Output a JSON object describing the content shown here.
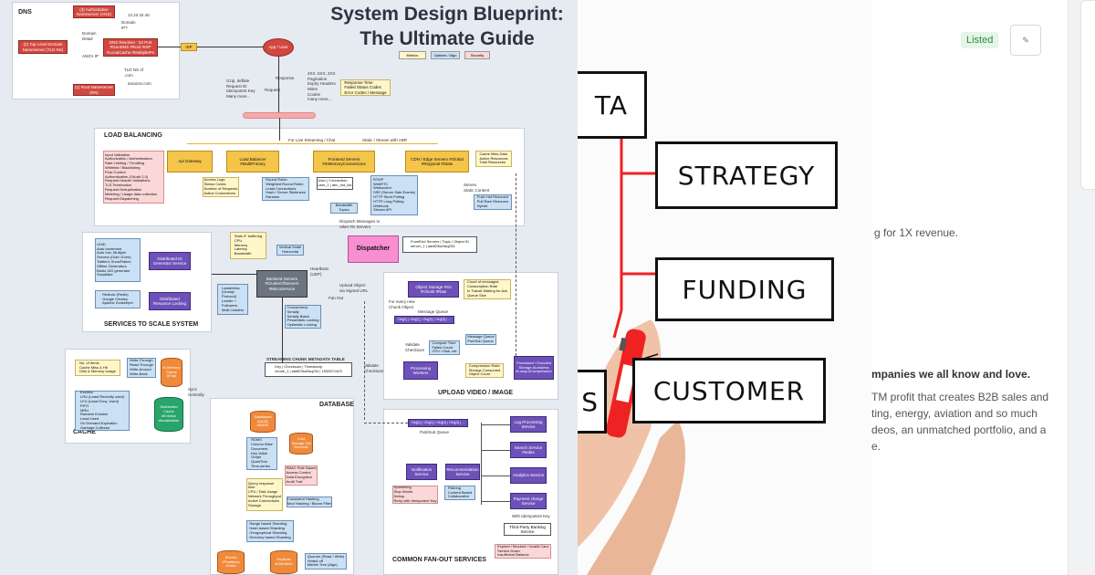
{
  "infographic": {
    "title_line1": "System Design Blueprint:",
    "title_line2": "The Ultimate Guide",
    "legend": {
      "metrics": "Metrics",
      "options": "Options / Algo",
      "security": "Security"
    },
    "sections": {
      "dns": "DNS",
      "load_balancing": "LOAD BALANCING",
      "services": "SERVICES TO SCALE SYSTEM",
      "cache": "CACHE",
      "database": "DATABASE",
      "upload": "UPLOAD VIDEO / IMAGE",
      "fanout": "COMMON FAN-OUT SERVICES"
    },
    "dns_nodes": {
      "auth_ns": "(3) Authoritative\nNameserver (ANS)",
      "tld_ns": "(2) Top Level Domain\nNameserver (TLD NS)",
      "resolver": "DNS Resolver : 53 Port\n#GeoDNS #Root #ISP\n#LocalCache #MultipleIPs",
      "root_ns": "(1) Root Nameserver\n(RN)",
      "isp": "ISP",
      "ip": "12.23.34.45",
      "domain_ip": "Domain\nIP?",
      "domain_detail": "Domain\nDetail",
      "ans_ip": "ANS's IP",
      "tld_ns_q": "TLD NS of\n.com",
      "amazon": "amazon.com"
    },
    "client": {
      "app": "App / User",
      "request": "Request",
      "response": "Response",
      "req_notes": "Gzip, deflate\nRequest ID\nIdempotent Key\nMany more...",
      "resp_notes": "4XX, 5XX, 2XX\nPagination\nExpiry Headers\nMime\nCookie\nmany more...",
      "resp_metrics": "Response Time\nFailed Status Codes\nError Codes / Message"
    },
    "lb": {
      "live": "For Live Streaming / Chat",
      "static": "Static / Stream with ABR",
      "api_gateway": "Api Gateway",
      "load_balancer": "Load Balancer\n#MultiPrimary",
      "frontend": "Frontend Servers\n#InMemoryConnections",
      "cdn": "CDN / Edge Servers\n#Global #Regional #Stats",
      "gateway_list": "Input Validation\nAuthorization / Authentication\nRate Limiting / Throttling\nWhitelist / Blacklisting\nFlow Control\nAuthentication (OAuth 2.0)\nRequest Header Validations\nTLS Termination\nRequest Deduplication\nMetering / Usage data collection\nRequest Dispatching",
      "access_logs": "Access Logs\nStatus Codes\nNumber of Requests\nActive Connections",
      "algos": "Round Robin\nWeighted Round Robin\nLeast Connections\nHash / Server Stickiness\nRandom",
      "protocols": "RTMP\nWebRTC\nWebsocket\nSSE (Server Side Events)\nHTTP Short Polling\nHTTP Long Polling\nWebhook\nStream API",
      "cache_stats": "Cache Miss Data\nActive Resources\nTotal Resources",
      "server_push": "Serves\nStatic Content",
      "push_pull": "Push Hot Resource\nPull Rare Resource\nHybrid",
      "user_conn": "User | Connection",
      "user_row": "user_1 | abc_md_idc",
      "bandwidth": "Bandwidth\nTopics",
      "dispatch": "Dispatch Messages to\nother FE Servers",
      "dispatcher": "Dispatcher",
      "fe_table": "FrontEnd Servers | Topic / Object ID",
      "fe_row": "server_1 | aadf23sd3sq234"
    },
    "services": {
      "stats": "Stats IF buffering\nCPU\nMemory\nLatency\nBandwidth",
      "scale": "Vertical Scale\nHorizontal",
      "uuid": "UUID\nAuto Increment\nAuto Incr. Multiple\nServers (Odd / Even)\nTwitter's SnowFlakes\nOffline Generators\nBaidu UID generator\nSonyflake",
      "id_gen": "Distributed ID\nGenerator Service",
      "redlock": "Redlock (Redis)\nGoogle Chubby\nApache Zookeeper",
      "locking": "Distributed\nResource Locking",
      "backend": "Backend Servers\n#ClusterOfServers\n#MicroService",
      "leaders": "Leaderless\n(Gossip\nProtocol)\nLeader +\nFollowers\nMulti Leaders",
      "heartbeat": "Heartbeat\n(UDP)",
      "concurrency": "Concurrency\nSerially\nSerially Batch\nPessimistic Locking\nOptimistic Locking",
      "fan_out": "Fan Out",
      "upload_obj": "Upload Object\nvia Signed URL"
    },
    "cache": {
      "write": "Write-Through\nRead-Through\nWrite-Around\nWrite-Back",
      "items": "No. of Items\nCache Miss & Hit\nDisk & Memory Usage",
      "inmemory": "In-Memory\nCache\n#Fast",
      "eviction": "Eviction\nLRU (Least Recently used)\nLFU (Least Freq. Used)\nFIFO\nMRU\nRandom Eviction\nLeast Used\nOn Demand Expiration\nGarbage Collector",
      "distributed": "Distributed\nCache\n#Eviction\n#Invalidation",
      "sync": "Sync\nCentrally"
    },
    "database": {
      "chunk_title": "STREAMING CHUNK METADATA TABLE",
      "chunk_head": "Key | Checksum | Timestamp",
      "chunk_row": "chunk_1 | aadf23sd3sq234 | 1532871423",
      "db": "Databases\n#ACID #BASE",
      "cold": "Cold Storage\nOld Records",
      "types": "RDMS\nColumn Wise\nDocument\nKey Value\nGraph\nQuadTree\nTime-series",
      "rbac": "RBAC Role Based\nAccess Control\nData Encryption\nAudit Trail",
      "query": "Query response\ntime\nCPU / Disk Usage\nNetwork Throughput\nActive Connections\nStorage",
      "hashing": "Consistent Hashing\nMod Hashing / Bloom Filter",
      "sharding": "Range based Sharding\nHash based Sharding\nGeographical Sharding\nDirectory based Sharding",
      "shards": "Shards\n#Partitions #Hash",
      "replicas": "Replicas\n#ClientDev",
      "quorum": "Quorum (Read / Write)\nHinted off\nMerkle Tree (Algo)"
    },
    "upload": {
      "object_storage": "Object Storage\n#S3 #Chunk #Raw",
      "count": "Count of messages\nConsumption Rate\nIn Transit Waiting for Ack\nQueue Size",
      "every_chunk": "For every new\nChunk Object",
      "mq": "Message Queue",
      "q": "Obj[1] | Obj[1] | Obj[2] | Obj[3] | ...",
      "validate": "Validate\nChecksum",
      "compute": "Compute Time\nFailed Count\nCPU / Disk, etc",
      "mq_notes": "Message Queue\nPub/Sub Queue",
      "processing": "Processing\nWorkers",
      "compression": "Compression Ratio\nStorage Consumed\nObject Count",
      "processed": "Processed / Encoded\nStorage\n#Lossless #Lossy\n#Compression",
      "validate2": "Validate\nChecksum"
    },
    "fanout": {
      "q": "Obj[1] | Obj[1] | Obj[2] | Obj[3] | ...",
      "pubsub": "Pub/Sub Queue",
      "notification": "Notification\nService",
      "recommendation": "Recommendation\nService",
      "notif_list": "Spamming\nStop Words\nDebup\nRetry with Idempotent Key",
      "filter_list": "Filtering\nContent Based\nCollaborative",
      "log": "Log Processing\nService",
      "search": "Search Service\n#Index",
      "analytics": "Analytics\nService",
      "payment": "Payment\ncharge Service",
      "idem": "With Idempotent Key",
      "third_party": "Third-Party Banking\nService",
      "errors": "Expired / Blocked / Invalid Card\nService Down\nInsufficient Balance"
    }
  },
  "photo": {
    "words": [
      "TA",
      "STRATEGY",
      "FUNDING",
      "S",
      "CUSTOMER"
    ]
  },
  "article": {
    "badge": "Listed",
    "edit_icon": "pencil-icon",
    "revenue_text": "g for 1X revenue.",
    "bold_text": "mpanies we all know and love.",
    "line1": "TM profit that creates B2B sales and",
    "line2": "ting, energy, aviation and so much",
    "line3": "deos, an unmatched portfolio, and a",
    "line4": "e."
  }
}
